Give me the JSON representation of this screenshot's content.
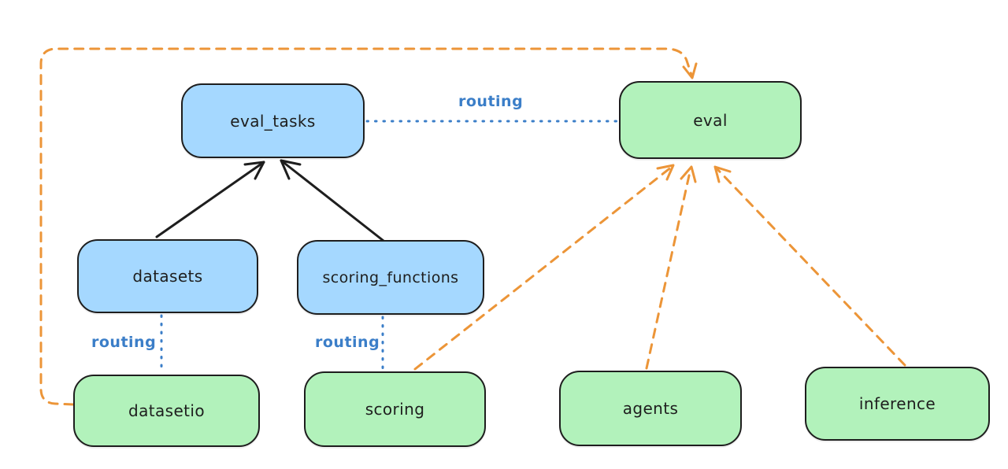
{
  "diagram": {
    "colors": {
      "background": "#ffffff",
      "blue_fill": "#a5d8ff",
      "green_fill": "#b2f2bb",
      "node_border": "#1e1e1e",
      "node_text": "#1e1e1e",
      "solid_edge": "#1e1e1e",
      "routing_edge": "#3b7ec8",
      "routing_text": "#3b7ec8",
      "orange_edge": "#ec9538"
    },
    "nodes": [
      {
        "id": "eval_tasks",
        "label": "eval_tasks",
        "fill": "blue"
      },
      {
        "id": "eval",
        "label": "eval",
        "fill": "green"
      },
      {
        "id": "datasets",
        "label": "datasets",
        "fill": "blue"
      },
      {
        "id": "scoring_functions",
        "label": "scoring_functions",
        "fill": "blue"
      },
      {
        "id": "datasetio",
        "label": "datasetio",
        "fill": "green"
      },
      {
        "id": "scoring",
        "label": "scoring",
        "fill": "green"
      },
      {
        "id": "agents",
        "label": "agents",
        "fill": "green"
      },
      {
        "id": "inference",
        "label": "inference",
        "fill": "green"
      }
    ],
    "edges": [
      {
        "from": "datasets",
        "to": "eval_tasks",
        "style": "solid-arrow",
        "color": "black",
        "label": ""
      },
      {
        "from": "scoring_functions",
        "to": "eval_tasks",
        "style": "solid-arrow",
        "color": "black",
        "label": ""
      },
      {
        "from": "eval_tasks",
        "to": "eval",
        "style": "dotted-line",
        "color": "blue",
        "label": "routing"
      },
      {
        "from": "datasets",
        "to": "datasetio",
        "style": "dotted-line",
        "color": "blue",
        "label": "routing"
      },
      {
        "from": "scoring_functions",
        "to": "scoring",
        "style": "dotted-line",
        "color": "blue",
        "label": "routing"
      },
      {
        "from": "datasetio",
        "to": "eval",
        "style": "dashed-arrow",
        "color": "orange",
        "label": ""
      },
      {
        "from": "scoring",
        "to": "eval",
        "style": "dashed-arrow",
        "color": "orange",
        "label": ""
      },
      {
        "from": "agents",
        "to": "eval",
        "style": "dashed-arrow",
        "color": "orange",
        "label": ""
      },
      {
        "from": "inference",
        "to": "eval",
        "style": "dashed-arrow",
        "color": "orange",
        "label": ""
      }
    ]
  }
}
